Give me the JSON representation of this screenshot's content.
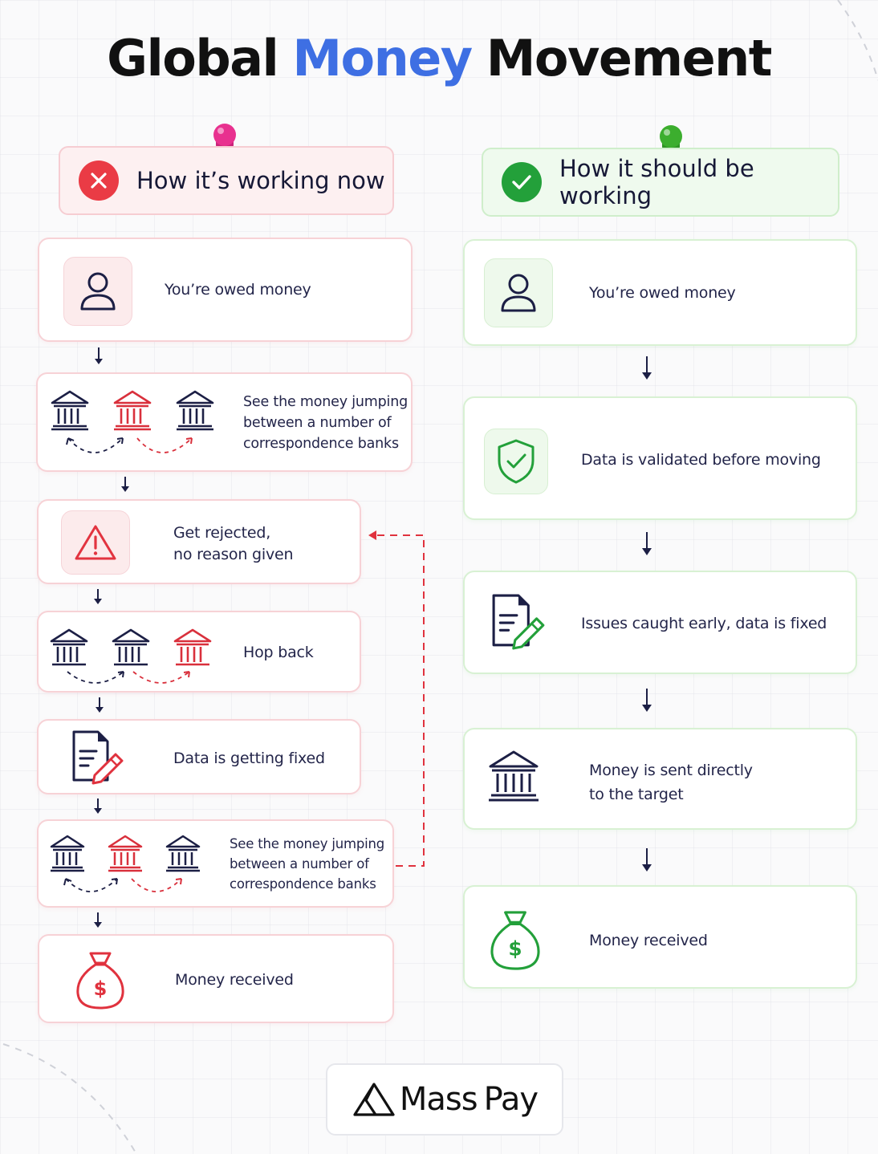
{
  "title": {
    "part1": "Global",
    "part2": "Money",
    "part3": "Movement"
  },
  "colors": {
    "accent_blue": "#3e6fe3",
    "bad_red": "#ea3b45",
    "good_green": "#23a03a",
    "navy": "#1a1d3a",
    "pin_pink": "#e8318f",
    "pin_green": "#3cae2e"
  },
  "left": {
    "header": "How it’s working now",
    "header_icon": "x-circle-icon",
    "steps": [
      {
        "icon": "user-icon",
        "lines": [
          "You’re owed money"
        ]
      },
      {
        "icon": "banks-hopping-icon",
        "lines": [
          "See the money jumping",
          "between a number of",
          "correspondence banks"
        ]
      },
      {
        "icon": "warning-triangle-icon",
        "lines": [
          "Get rejected,",
          "no reason given"
        ]
      },
      {
        "icon": "banks-hopping-icon",
        "lines": [
          "Hop back"
        ]
      },
      {
        "icon": "document-edit-icon",
        "lines": [
          "Data is getting fixed"
        ]
      },
      {
        "icon": "banks-hopping-icon",
        "lines": [
          "See the money jumping",
          "between a number of",
          "correspondence banks"
        ]
      },
      {
        "icon": "money-bag-icon",
        "lines": [
          "Money received"
        ]
      }
    ]
  },
  "right": {
    "header": "How it should be working",
    "header_icon": "check-circle-icon",
    "steps": [
      {
        "icon": "user-icon",
        "lines": [
          "You’re owed money"
        ]
      },
      {
        "icon": "shield-check-icon",
        "lines": [
          "Data is validated before moving"
        ]
      },
      {
        "icon": "document-edit-icon",
        "lines": [
          "Issues caught early, data is fixed"
        ]
      },
      {
        "icon": "bank-icon",
        "lines": [
          "Money is sent directly",
          "to the target"
        ]
      },
      {
        "icon": "money-bag-icon",
        "lines": [
          "Money received"
        ]
      }
    ]
  },
  "logo": {
    "part1": "Mass",
    "part2": "Pay"
  }
}
